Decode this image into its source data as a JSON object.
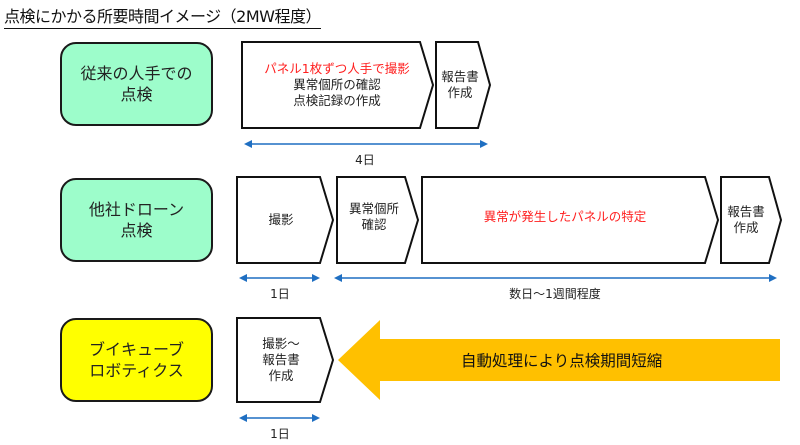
{
  "title": "点検にかかる所要時間イメージ（2MW程度）",
  "colors": {
    "label_green": "#9dfdcb",
    "label_yellow": "#ffff00",
    "emphasis_red": "#ff2020",
    "duration_arrow_blue": "#1f6fc2",
    "big_arrow_orange": "#ffc000"
  },
  "rows": [
    {
      "label_line1": "従来の人手での",
      "label_line2": "点検",
      "steps": [
        {
          "line1": "パネル1枚ずつ人手で撮影",
          "line1_highlight": true,
          "line2": "異常個所の確認",
          "line3": "点検記録の作成"
        },
        {
          "line1": "報告書",
          "line2": "作成"
        }
      ],
      "durations": [
        {
          "label": "4日"
        }
      ]
    },
    {
      "label_line1": "他社ドローン",
      "label_line2": "点検",
      "steps": [
        {
          "line1": "撮影"
        },
        {
          "line1": "異常個所",
          "line2": "確認"
        },
        {
          "line1": "異常が発生したパネルの特定",
          "line1_highlight": true
        },
        {
          "line1": "報告書",
          "line2": "作成"
        }
      ],
      "durations": [
        {
          "label": "1日"
        },
        {
          "label": "数日～1週間程度"
        }
      ]
    },
    {
      "label_line1": "ブイキューブ",
      "label_line2": "ロボティクス",
      "steps": [
        {
          "line1": "撮影～",
          "line2": "報告書",
          "line3": "作成"
        }
      ],
      "durations": [
        {
          "label": "1日"
        }
      ],
      "callout": "自動処理により点検期間短縮"
    }
  ]
}
